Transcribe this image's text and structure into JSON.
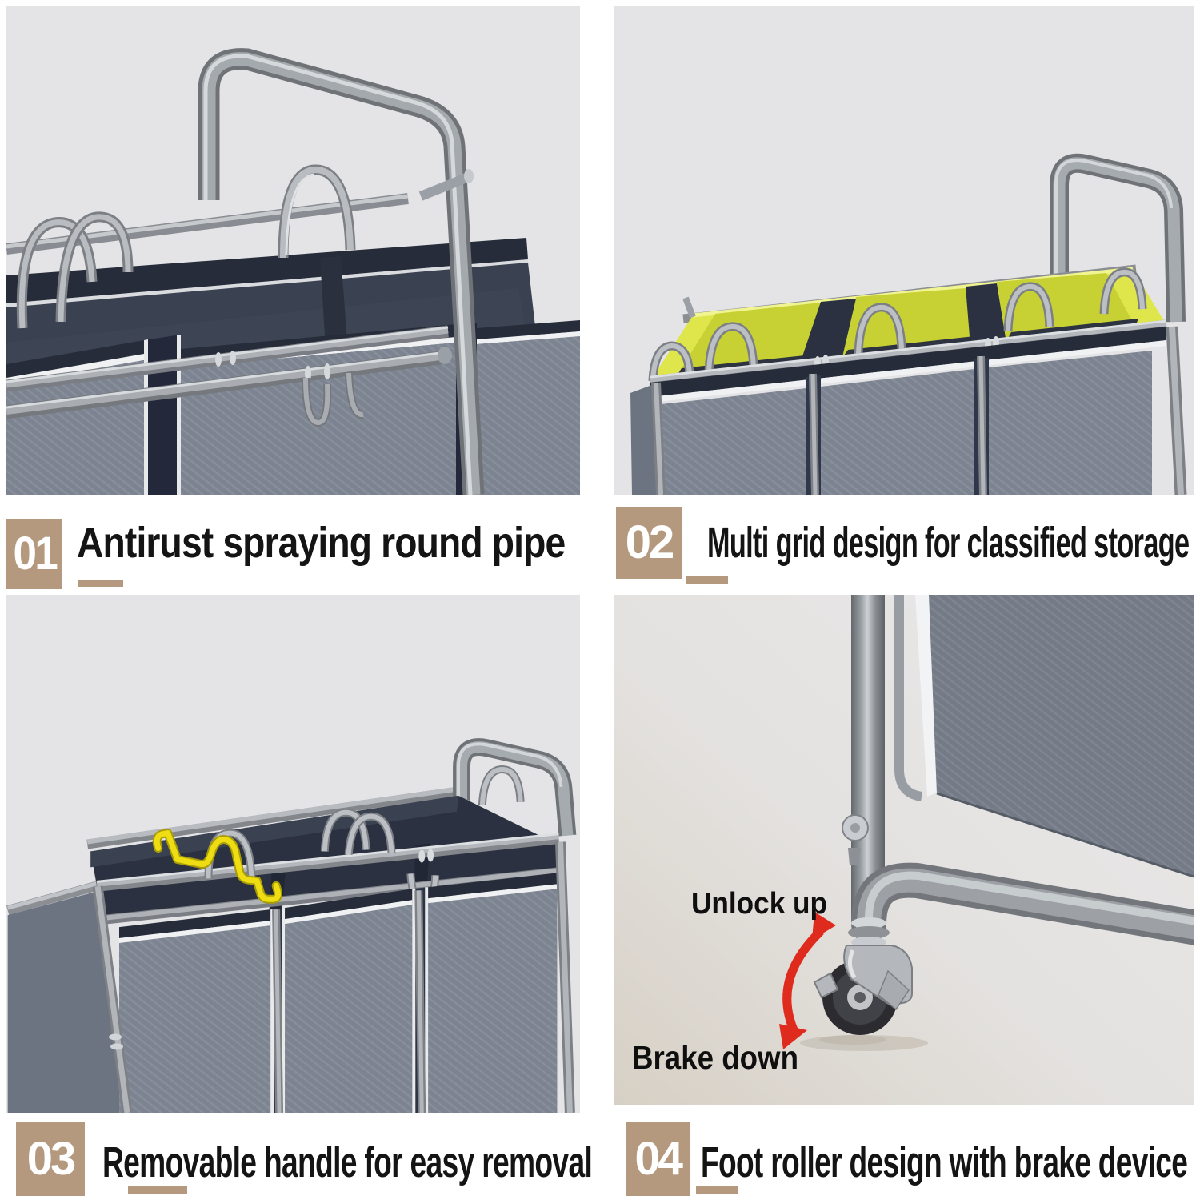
{
  "page": {
    "background": "#ffffff",
    "photo_background": "#e4e4e6"
  },
  "palette": {
    "badge_tan": "#b5997e",
    "caption_text": "#141414",
    "underline_tan": "#b5997e",
    "yellow_liner": "#dfe64c",
    "yellow_handle_highlight": "#eedd12",
    "red_arrow": "#df2a1e",
    "fabric_gray": "#7d8491",
    "fabric_navy": "#262c39",
    "frame_silver": "#a6abb0",
    "white_trim": "#f0f1f3"
  },
  "features": [
    {
      "number": "01",
      "label": "Antirust spraying round pipe"
    },
    {
      "number": "02",
      "label": "Multi grid design for classified storage"
    },
    {
      "number": "03",
      "label": "Removable handle for easy removal"
    },
    {
      "number": "04",
      "label": "Foot roller design with brake device"
    }
  ],
  "caster_annotations": {
    "unlock": "Unlock up",
    "brake": "Brake down"
  }
}
